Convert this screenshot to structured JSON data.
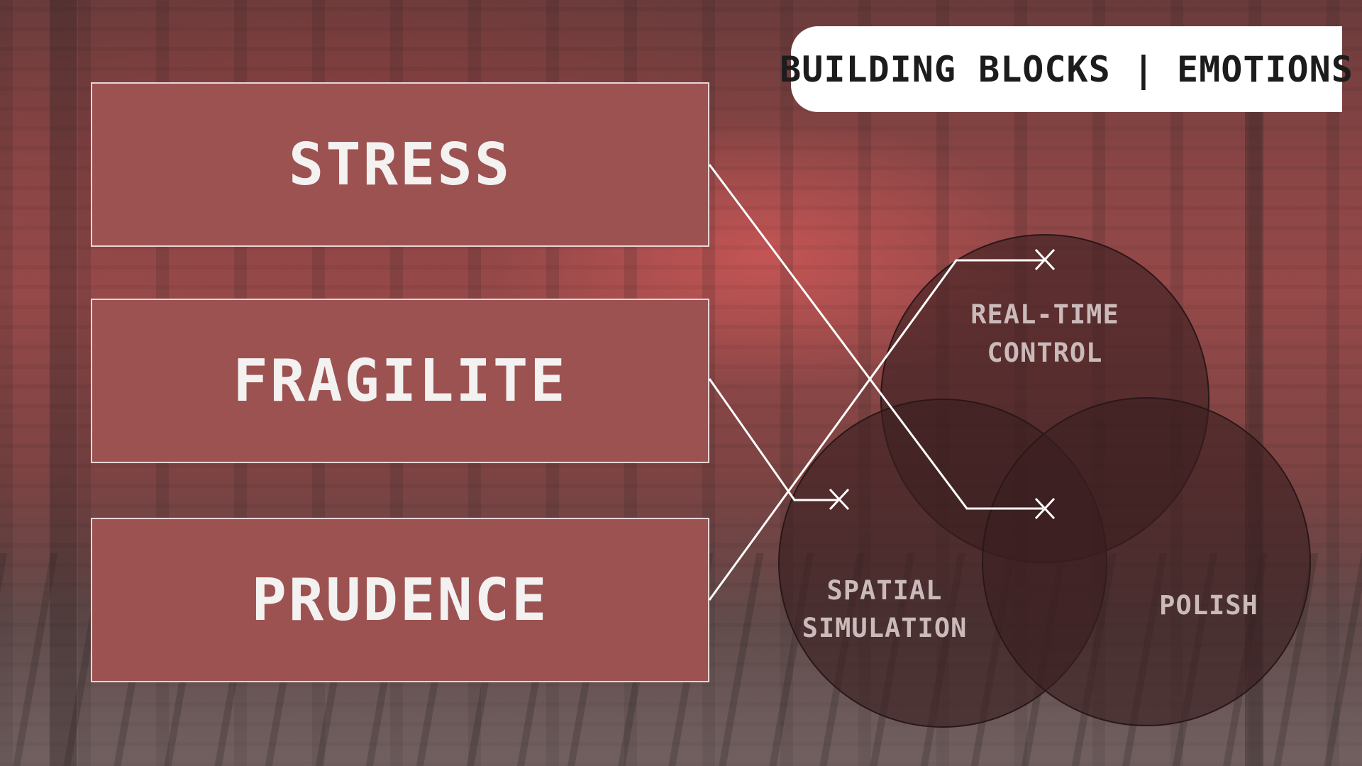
{
  "title": "BUILDING BLOCKS | EMOTIONS",
  "emotions": [
    {
      "label": "STRESS"
    },
    {
      "label": "FRAGILITE"
    },
    {
      "label": "PRUDENCE"
    }
  ],
  "circles": [
    {
      "id": "real-time-control",
      "lines": [
        "REAL-TIME",
        "CONTROL"
      ]
    },
    {
      "id": "spatial-simulation",
      "lines": [
        "SPATIAL",
        "SIMULATION"
      ]
    },
    {
      "id": "polish",
      "lines": [
        "POLISH"
      ]
    }
  ],
  "colors": {
    "box_fill": "#9d5252",
    "box_border": "#e9d6d6",
    "circle_fill": "#3a1f20",
    "connector": "#ffffff",
    "title_bg": "#ffffff",
    "title_text": "#1c1c1c"
  },
  "icons": {
    "connector_end": "x-mark-icon"
  }
}
